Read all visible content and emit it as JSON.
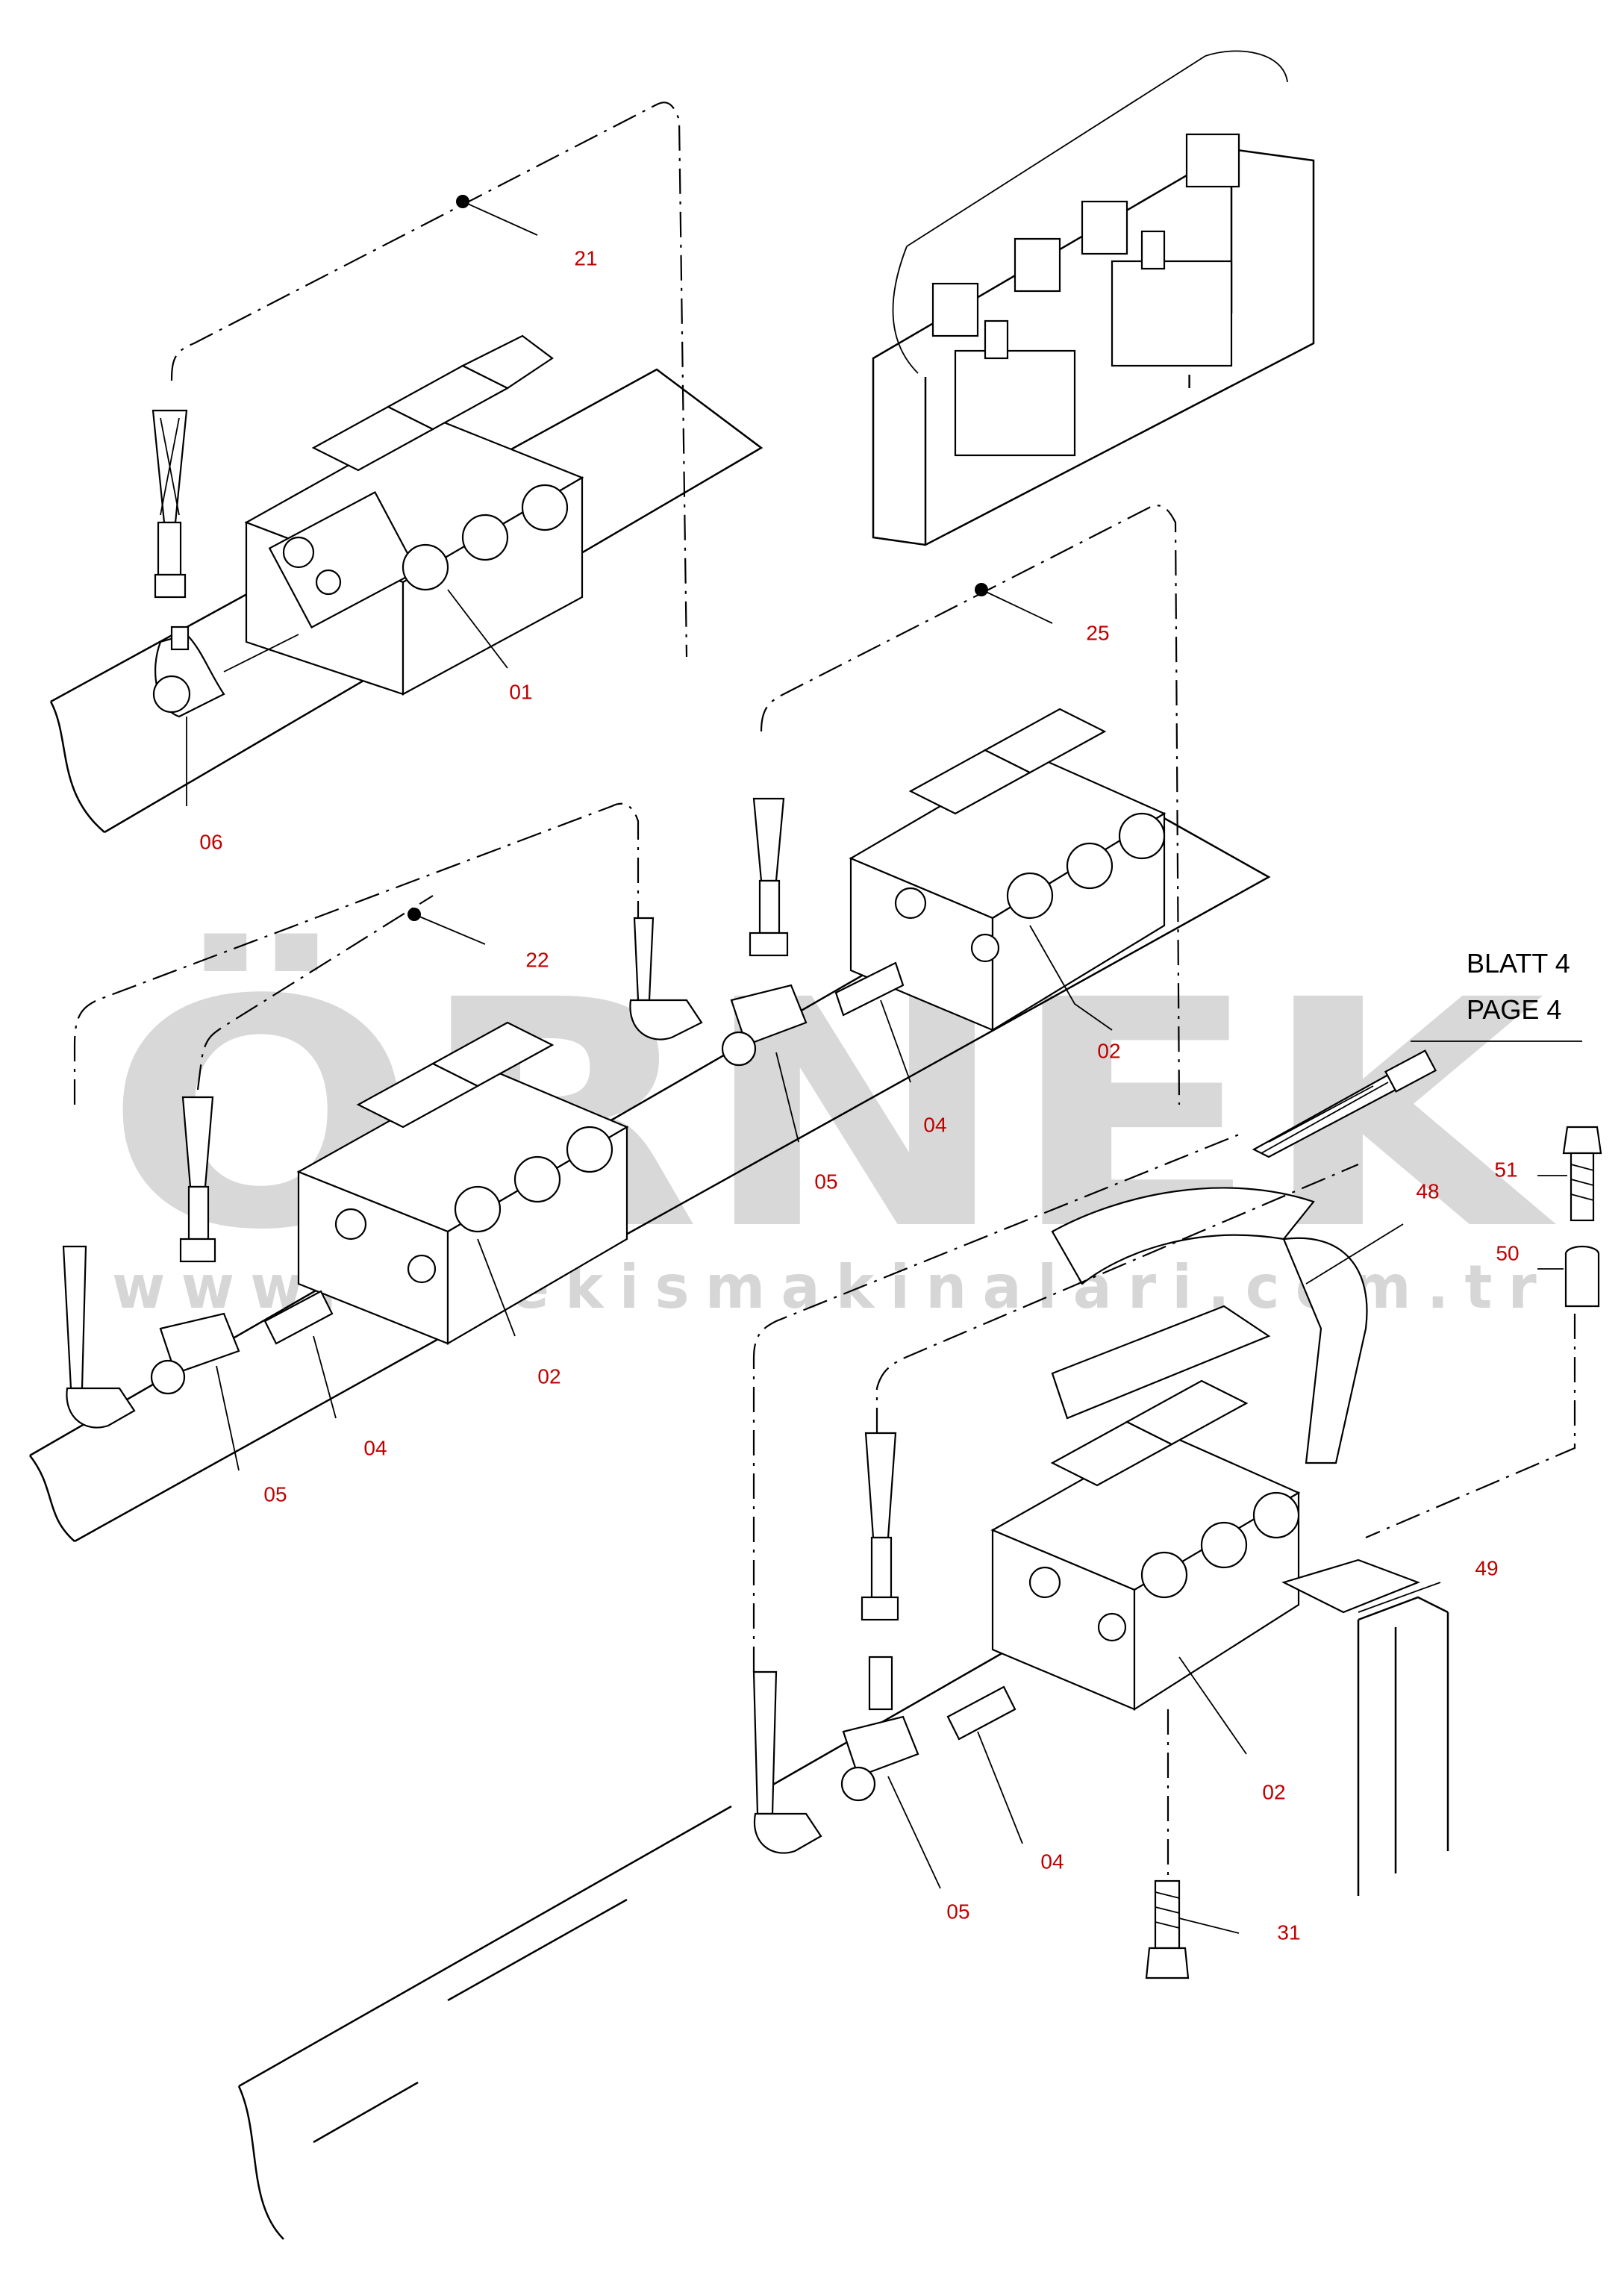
{
  "watermark": {
    "brand": "ÖRNEK",
    "url": "www.ornekismakinalari.com.tr",
    "accent_color": "#f5d36a",
    "text_color": "#d8d8d8"
  },
  "sheet_reference": {
    "line1": "BLATT 4",
    "line2": "PAGE  4"
  },
  "callouts": [
    "21",
    "25",
    "22",
    "01",
    "06",
    "02",
    "05",
    "04",
    "02",
    "05",
    "04",
    "48",
    "51",
    "50",
    "49",
    "02",
    "04",
    "05",
    "31"
  ],
  "label_color": "#c00000"
}
